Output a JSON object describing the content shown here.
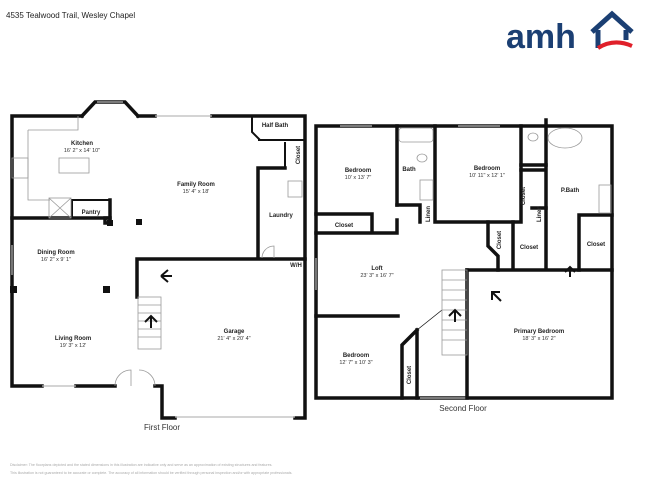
{
  "header": {
    "address": "4535 Tealwood Trail, Wesley Chapel",
    "logo_text": "amh",
    "brand_blue": "#1b3f73",
    "brand_red": "#e0202a"
  },
  "first_floor": {
    "label": "First Floor",
    "rooms": [
      {
        "name": "Kitchen",
        "dims": "16' 2\" x 14' 10\""
      },
      {
        "name": "Family Room",
        "dims": "15' 4\" x 18'"
      },
      {
        "name": "Dining Room",
        "dims": "16' 2\" x 9' 1\""
      },
      {
        "name": "Living Room",
        "dims": "19' 3\" x 12'"
      },
      {
        "name": "Garage",
        "dims": "21' 4\" x 20' 4\""
      },
      {
        "name": "Laundry"
      },
      {
        "name": "Pantry"
      },
      {
        "name": "Half Bath"
      },
      {
        "name": "Closet"
      }
    ],
    "wh_label": "W/H"
  },
  "second_floor": {
    "label": "Second Floor",
    "rooms": [
      {
        "name": "Bedroom",
        "dims": "10' x 13' 7\""
      },
      {
        "name": "Bath"
      },
      {
        "name": "Bedroom",
        "dims": "10' 11\" x 12' 1\""
      },
      {
        "name": "P.Bath"
      },
      {
        "name": "Loft",
        "dims": "23' 3\" x 16' 7\""
      },
      {
        "name": "Bedroom",
        "dims": "12' 7\" x 10' 3\""
      },
      {
        "name": "Primary Bedroom",
        "dims": "18' 3\" x 16' 2\""
      }
    ],
    "closet_label": "Closet",
    "linen_label": "Linen"
  },
  "disclaimer": {
    "line1": "Disclaimer: The floorplans depicted and the stated dimensions in this illustration are indicative only and serve as an approximation of existing structures and features.",
    "line2": "This illustration is not guaranteed to be accurate or complete. The accuracy of all information should be verified through personal inspection and/or with appropriate professionals."
  }
}
